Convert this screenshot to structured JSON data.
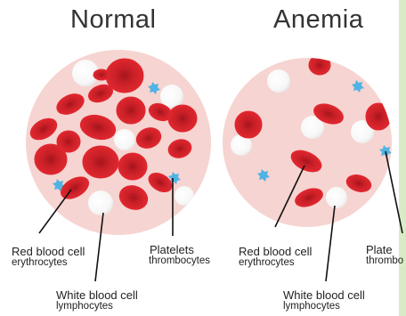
{
  "titles": {
    "normal": "Normal",
    "anemia": "Anemia"
  },
  "labels": {
    "normal_red": {
      "main": "Red blood cell",
      "sub": "erythrocytes"
    },
    "normal_platelets": {
      "main": "Platelets",
      "sub": "thrombocytes"
    },
    "normal_white": {
      "main": "White blood cell",
      "sub": "lymphocytes"
    },
    "anemia_red": {
      "main": "Red blood cell",
      "sub": "erythrocytes"
    },
    "anemia_platelets": {
      "main": "Plate",
      "sub": "thrombo"
    },
    "anemia_white": {
      "main": "White blood cell",
      "sub": "lymphocytes"
    }
  },
  "colors": {
    "plasma": "#f6d4d1",
    "red_cell": "#d8262e",
    "red_cell_center": "#a5151b",
    "white_cell": "#ffffff",
    "platelet": "#4fb3e3",
    "side_band": "#d8ebc6"
  }
}
